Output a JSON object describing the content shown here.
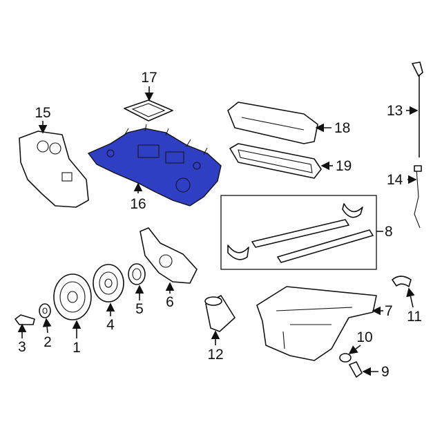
{
  "diagram": {
    "highlight_color": "#2f3fc4",
    "callouts": {
      "p1": "1",
      "p2": "2",
      "p3": "3",
      "p4": "4",
      "p5": "5",
      "p6": "6",
      "p7": "7",
      "p8": "8",
      "p9": "9",
      "p10": "10",
      "p11": "11",
      "p12": "12",
      "p13": "13",
      "p14": "14",
      "p15": "15",
      "p16": "16",
      "p17": "17",
      "p18": "18",
      "p19": "19"
    }
  }
}
